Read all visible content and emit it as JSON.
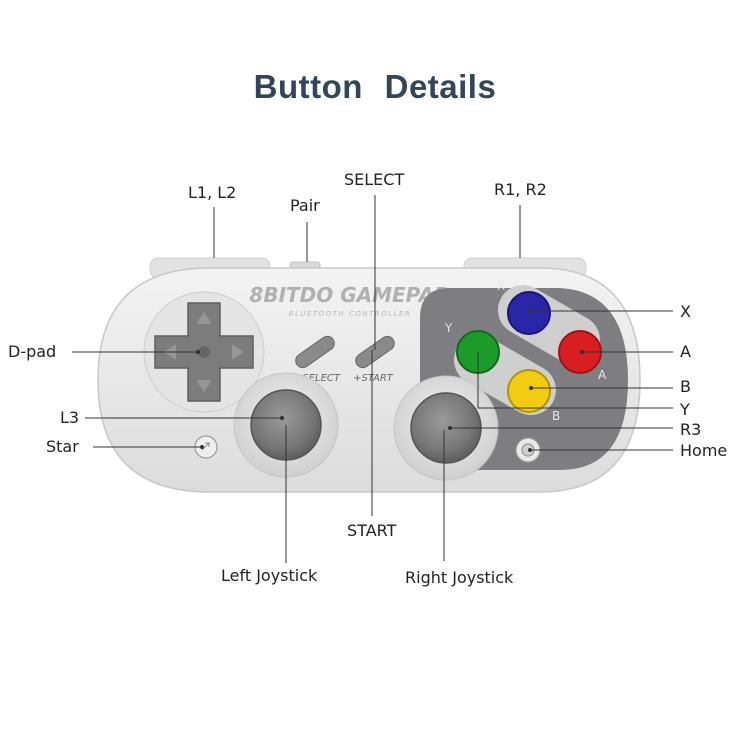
{
  "title": "Button  Details",
  "brand": {
    "name": "8BITDO GAMEPAD",
    "subtitle": "BLUETOOTH CONTROLLER"
  },
  "shell": {
    "select_text": "−SELECT",
    "start_text": "+START"
  },
  "face_letters": {
    "x": "X",
    "y": "Y",
    "a": "A",
    "b": "B"
  },
  "labels": {
    "l1_l2": "L1, L2",
    "pair": "Pair",
    "select": "SELECT",
    "r1_r2": "R1, R2",
    "dpad": "D-pad",
    "l3": "L3",
    "star": "Star",
    "x": "X",
    "a": "A",
    "b": "B",
    "y": "Y",
    "r3": "R3",
    "home": "Home",
    "start": "START",
    "left_joystick": "Left Joystick",
    "right_joystick": "Right Joystick"
  },
  "colors": {
    "title": "#34445a",
    "shell": "#ececec",
    "dpad": "#7c7c7c",
    "face_area": "#7e7e82",
    "btn_x": "#2a26a8",
    "btn_a": "#d81e1e",
    "btn_b": "#f2cc12",
    "btn_y": "#1c9a2a",
    "stick": "#787878",
    "line": "#333333"
  }
}
